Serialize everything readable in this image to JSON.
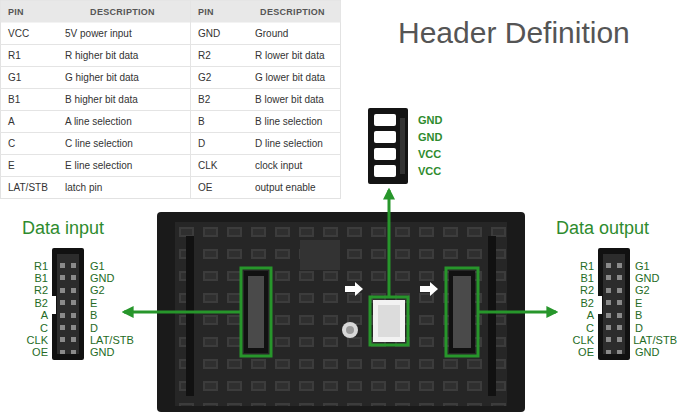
{
  "diagram": {
    "title": "Header Definition",
    "nodes": [
      {
        "text": [
          "Data input"
        ]
      },
      {
        "text": [
          "Data output"
        ]
      }
    ],
    "labels": [
      "PIN",
      "DESCRIPTION",
      "PIN",
      "DESCRIPTION",
      "VCC",
      "5V power input",
      "GND",
      "Ground",
      "R1",
      "R higher bit data",
      "R2",
      "R lower bit data",
      "G1",
      "G higher bit data",
      "G2",
      "G lower bit data",
      "B1",
      "B higher bit data",
      "B2",
      "B lower bit data",
      "A",
      "A line selection",
      "B",
      "B line selection",
      "C",
      "C line selection",
      "D",
      "D line selection",
      "E",
      "E line selection",
      "CLK",
      "clock input",
      "LAT/STB",
      "latch pin",
      "OE",
      "output enable",
      "GND",
      "GND",
      "VCC",
      "VCC",
      "R1",
      "B1",
      "R2",
      "B2",
      "A",
      "C",
      "CLK",
      "OE",
      "G1",
      "GND",
      "G2",
      "E",
      "B",
      "D",
      "LAT/STB",
      "GND",
      "R1",
      "B1",
      "R2",
      "B2",
      "A",
      "C",
      "CLK",
      "OE",
      "G1",
      "GND",
      "G2",
      "E",
      "B",
      "D",
      "LAT/STB",
      "GND"
    ]
  }
}
